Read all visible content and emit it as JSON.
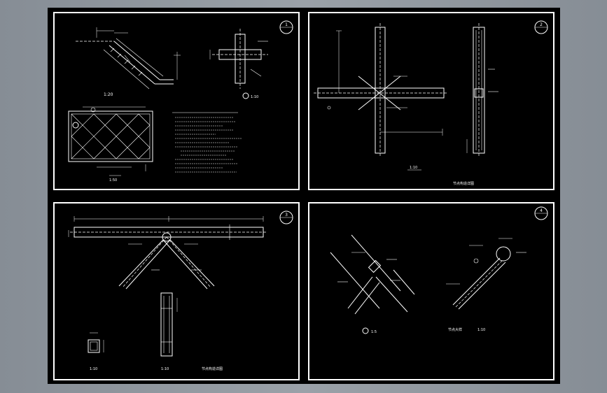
{
  "sheet": {
    "background": "#000000",
    "frame_color": "#ffffff",
    "page_color": "#8e959d"
  },
  "panels": [
    {
      "id": "top-left",
      "badge_top": "1",
      "badge_bottom": ""
    },
    {
      "id": "top-right",
      "badge_top": "2",
      "badge_bottom": ""
    },
    {
      "id": "bottom-left",
      "badge_top": "3",
      "badge_bottom": ""
    },
    {
      "id": "bottom-right",
      "badge_top": "4",
      "badge_bottom": ""
    }
  ],
  "annotations": {
    "p1_scale": "1:20",
    "p1_plan_scale": "1:10",
    "p1_mesh_caption": "1:50",
    "p2_caption": "1:10",
    "p2_title": "节点构造详图",
    "p3_title": "节点构造详图",
    "p3_left_scale": "1:10",
    "p3_mid_scale": "1:10",
    "p4_scale": "1:5",
    "p4_title": "节点大样",
    "p4_title_scale": "1:10"
  },
  "notes": [
    "1. ",
    "2. ",
    "3. ",
    "4. ",
    "5. ",
    "6. "
  ]
}
